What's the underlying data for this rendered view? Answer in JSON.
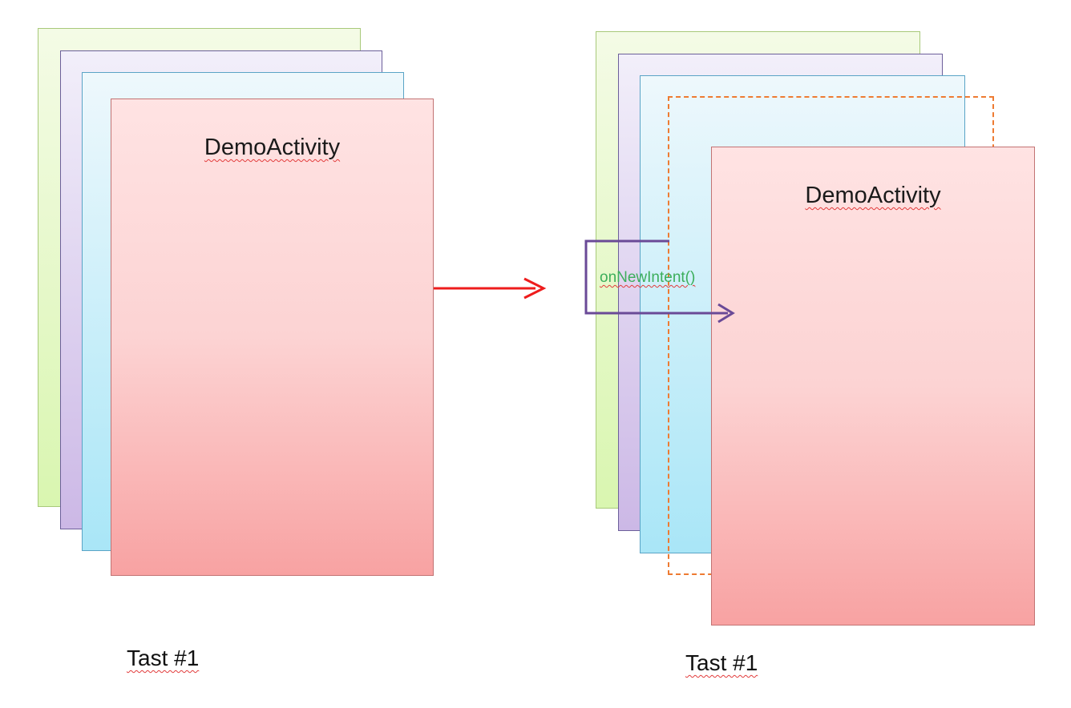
{
  "left_stack": {
    "activity_title": "DemoActivity",
    "task_label": "Tast #1"
  },
  "right_stack": {
    "activity_title": "DemoActivity",
    "task_label": "Tast #1",
    "method_label": "onNewIntent()"
  },
  "colors": {
    "transition_arrow": "#ee1c1c",
    "intent_arrow": "#6a4a97",
    "dashed_frame": "#ee7b32",
    "method_text": "#3cae5b"
  }
}
